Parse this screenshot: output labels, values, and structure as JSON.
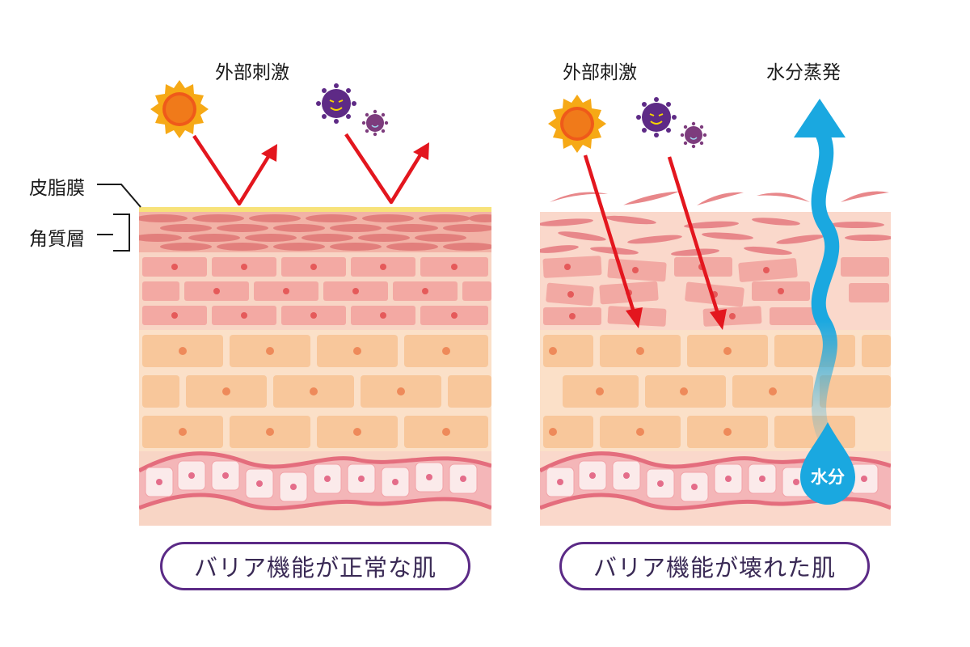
{
  "left_panel": {
    "external_stimulus_label": "外部刺激",
    "sebum_label": "皮脂膜",
    "stratum_corneum_label": "角質層",
    "caption": "バリア機能が正常な肌"
  },
  "right_panel": {
    "external_stimulus_label": "外部刺激",
    "evaporation_label": "水分蒸発",
    "moisture_label": "水分",
    "caption": "バリア機能が壊れた肌"
  },
  "colors": {
    "arrow_red": "#e3161e",
    "water_blue": "#1aa8e0",
    "caption_border": "#5b2a86",
    "sebum_yellow": "#f7e27a",
    "sun_orange": "#f07a1a",
    "sun_rays": "#f6a916",
    "germ_purple": "#5e2a86"
  },
  "icons": [
    "sun-icon",
    "germ-icon",
    "water-drop-icon"
  ]
}
